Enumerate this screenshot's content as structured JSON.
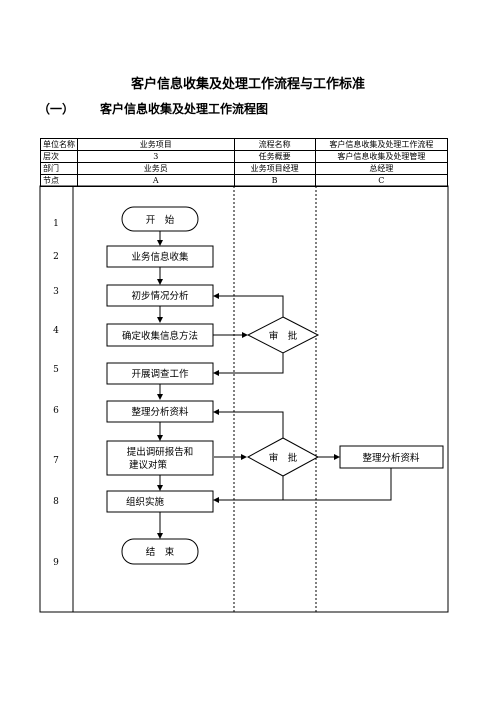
{
  "doc": {
    "title": "客户信息收集及处理工作流程与工作标准",
    "section_num": "（一）",
    "section_title": "客户信息收集及处理工作流程图"
  },
  "header": {
    "r1": [
      "单位名称",
      "业务项目",
      "流程名称",
      "客户信息收集及处理工作流程"
    ],
    "r2": [
      "层次",
      "3",
      "任务概要",
      "客户信息收集及处理管理"
    ],
    "r3": [
      "部门",
      "业务员",
      "业务项目经理",
      "总经理"
    ],
    "r4": [
      "节点",
      "A",
      "B",
      "C"
    ]
  },
  "rows": [
    "1",
    "2",
    "3",
    "4",
    "5",
    "6",
    "7",
    "8",
    "9"
  ],
  "nodes": {
    "start": "开　始",
    "collect": "业务信息收集",
    "analyze": "初步情况分析",
    "method": "确定收集信息方法",
    "approve1": "审　批",
    "survey": "开展调查工作",
    "organize": "整理分析资料",
    "report_l1": "提出调研报告和",
    "report_l2": "建议对策",
    "approve2": "审　批",
    "organize_c": "整理分析资料",
    "implement": "组织实施",
    "end": "结　束"
  }
}
